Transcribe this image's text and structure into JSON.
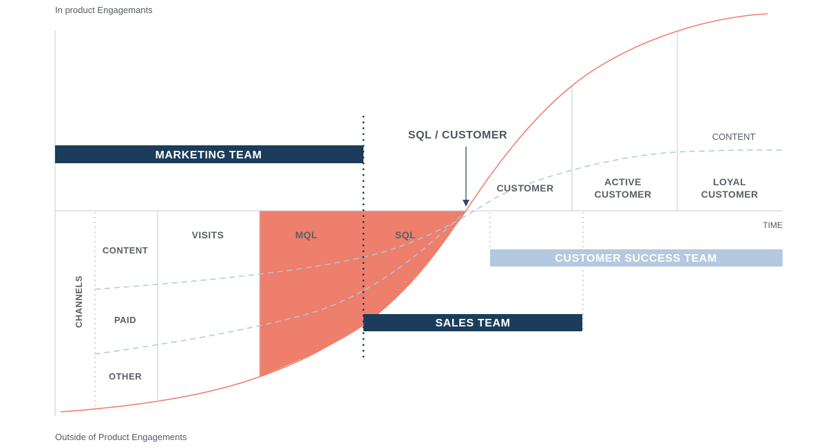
{
  "labels": {
    "top_axis": "In product Engagemants",
    "bottom_axis": "Outside of Product Engagements",
    "time": "TIME",
    "channels": "CHANNELS",
    "sql_customer": "SQL / CUSTOMER",
    "content_line": "CONTENT"
  },
  "channel_rows": [
    {
      "label": "CONTENT"
    },
    {
      "label": "PAID"
    },
    {
      "label": "OTHER"
    }
  ],
  "stages_below": [
    {
      "label": "VISITS"
    },
    {
      "label": "MQL"
    },
    {
      "label": "SQL"
    }
  ],
  "stages_above": [
    {
      "lines": [
        "CUSTOMER"
      ]
    },
    {
      "lines": [
        "ACTIVE",
        "CUSTOMER"
      ]
    },
    {
      "lines": [
        "LOYAL",
        "CUSTOMER"
      ]
    }
  ],
  "teams": {
    "marketing": "MARKETING TEAM",
    "sales": "SALES TEAM",
    "customer_success": "CUSTOMER SUCCESS TEAM"
  },
  "colors": {
    "navy": "#1b3c5a",
    "salmon": "#ee7f6d",
    "light_blue": "#b4c9df",
    "dashed_blue": "#a8c8e2",
    "grid": "#cfd2d6",
    "text_gray": "#5a5f66",
    "content_blue": "#8fb0d2",
    "white": "#ffffff"
  }
}
